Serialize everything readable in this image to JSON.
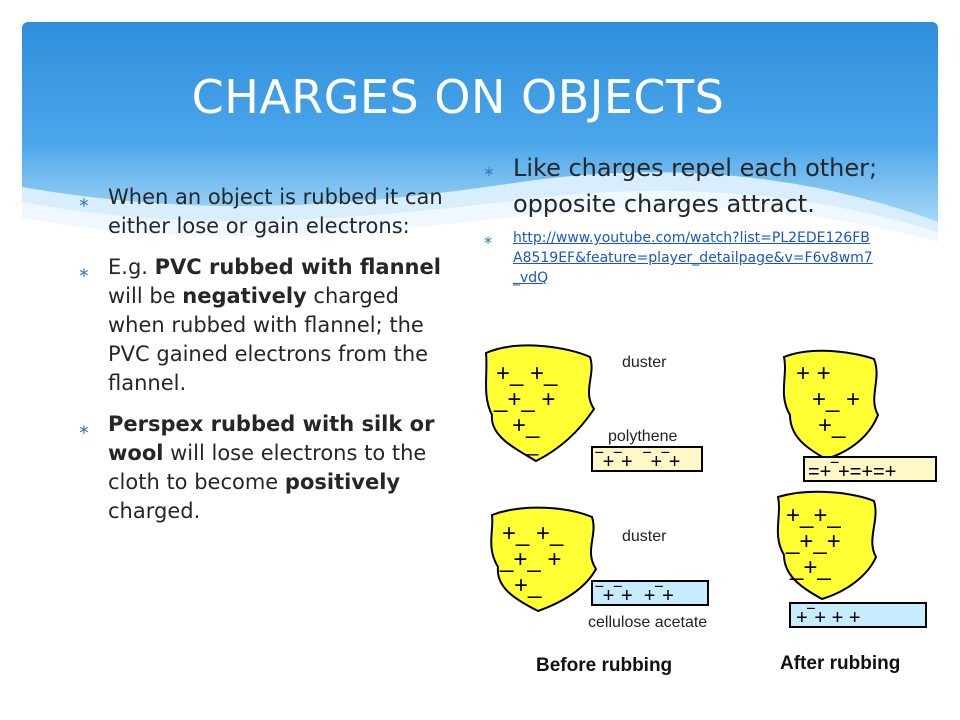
{
  "slide": {
    "title": "CHARGES ON OBJECTS",
    "left_bullets": [
      {
        "segments": [
          {
            "text": "When an object is rubbed it can either lose or gain electrons:",
            "bold": false
          }
        ]
      },
      {
        "segments": [
          {
            "text": "E.g. ",
            "bold": false
          },
          {
            "text": "PVC rubbed with flannel",
            "bold": true
          },
          {
            "text": " will be ",
            "bold": false
          },
          {
            "text": "negatively",
            "bold": true
          },
          {
            "text": " charged when rubbed with flannel; the PVC gained electrons from the flannel.",
            "bold": false
          }
        ]
      },
      {
        "segments": [
          {
            "text": "Perspex rubbed with silk or wool",
            "bold": true
          },
          {
            "text": " will lose electrons to the cloth to become ",
            "bold": false
          },
          {
            "text": "positively",
            "bold": true
          },
          {
            "text": " charged.",
            "bold": false
          }
        ]
      }
    ],
    "right_bullet": "Like charges repel each other; opposite charges attract.",
    "link_text": "http://www.youtube.com/watch?list=PL2EDE126FBA8519EF&feature=player_detailpage&v=F6v8wm7_vdQ",
    "bullet_glyph": "∗"
  },
  "figure": {
    "labels": {
      "duster_top": "duster",
      "polythene": "polythene",
      "duster_bottom": "duster",
      "cellulose": "cellulose acetate",
      "before": "Before rubbing",
      "after": "After rubbing"
    },
    "colors": {
      "cloth": "#ffff33",
      "polythene_strip": "#fff8c6",
      "acetate_strip": "#c8ecff",
      "outline": "#000000"
    }
  },
  "theme": {
    "header_top": "#2f8fdc",
    "header_bottom": "#bfe4fb",
    "bullet_color": "#3a7fc1",
    "link_color": "#1a56c7"
  }
}
